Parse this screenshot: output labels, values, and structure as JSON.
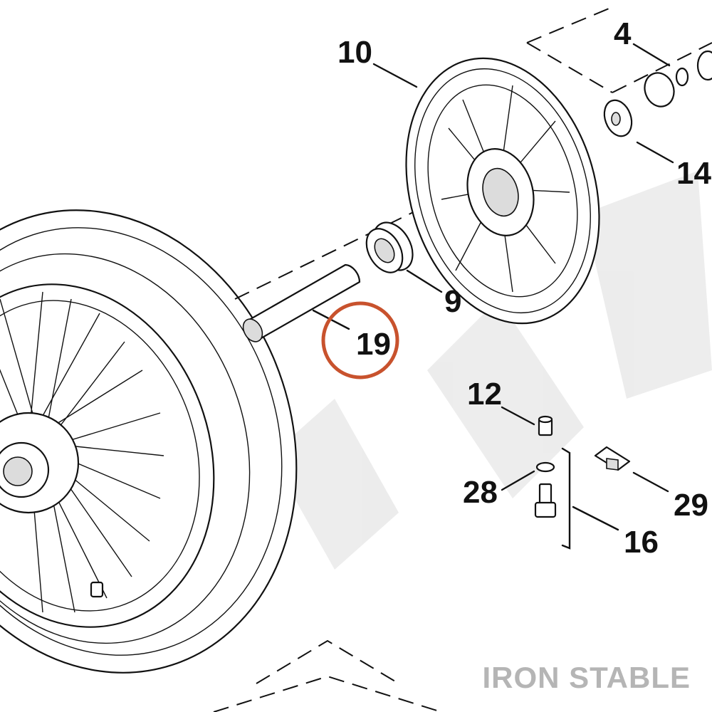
{
  "diagram": {
    "callouts": [
      {
        "id": "10",
        "label": "10"
      },
      {
        "id": "4",
        "label": "4"
      },
      {
        "id": "14",
        "label": "14"
      },
      {
        "id": "9",
        "label": "9"
      },
      {
        "id": "19",
        "label": "19",
        "highlighted": true
      },
      {
        "id": "12",
        "label": "12"
      },
      {
        "id": "28",
        "label": "28"
      },
      {
        "id": "29",
        "label": "29"
      },
      {
        "id": "16",
        "label": "16"
      }
    ],
    "highlight_color": "#c8522d",
    "watermark": "IRON STABLE"
  }
}
